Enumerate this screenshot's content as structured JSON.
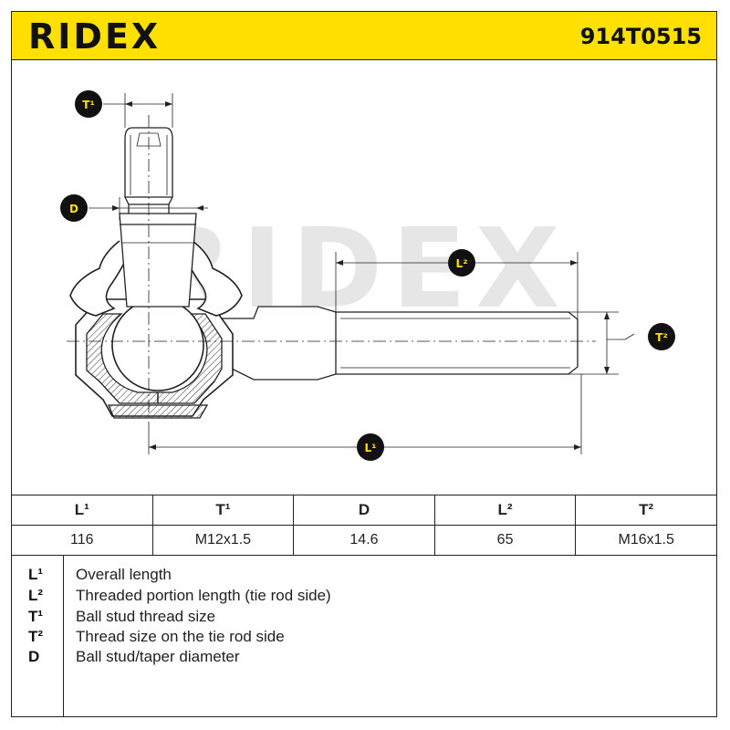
{
  "header": {
    "brand": "RIDEX",
    "part_number": "914T0515"
  },
  "drawing": {
    "watermark": "RIDEX",
    "badges": {
      "t1": "T¹",
      "d": "D",
      "l2": "L²",
      "t2": "T²",
      "l1": "L¹"
    }
  },
  "table": {
    "headers": [
      "L¹",
      "T¹",
      "D",
      "L²",
      "T²"
    ],
    "values": [
      "116",
      "M12x1.5",
      "14.6",
      "65",
      "M16x1.5"
    ]
  },
  "legend": [
    {
      "code": "L¹",
      "desc": "Overall length"
    },
    {
      "code": "L²",
      "desc": "Threaded portion length (tie rod side)"
    },
    {
      "code": "T¹",
      "desc": "Ball stud thread size"
    },
    {
      "code": "T²",
      "desc": "Thread size on the tie rod side"
    },
    {
      "code": "D",
      "desc": "Ball stud/taper diameter"
    }
  ],
  "colors": {
    "brand_yellow": "#ffe000",
    "badge_fill": "#111111",
    "line": "#222222"
  }
}
